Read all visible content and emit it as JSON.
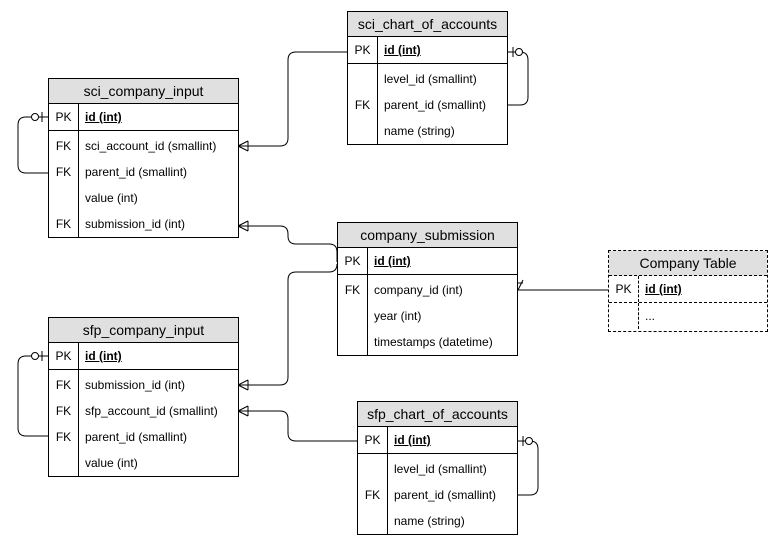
{
  "tables": {
    "sci_chart_of_accounts": {
      "title": "sci_chart_of_accounts",
      "pk": {
        "key": "PK",
        "field": "id (int)"
      },
      "rows": [
        {
          "key": "",
          "field": "level_id (smallint)"
        },
        {
          "key": "FK",
          "field": "parent_id (smallint)"
        },
        {
          "key": "",
          "field": "name (string)"
        }
      ]
    },
    "sci_company_input": {
      "title": "sci_company_input",
      "pk": {
        "key": "PK",
        "field": "id (int)"
      },
      "rows": [
        {
          "key": "FK",
          "field": "sci_account_id (smallint)"
        },
        {
          "key": "FK",
          "field": "parent_id (smallint)"
        },
        {
          "key": "",
          "field": "value (int)"
        },
        {
          "key": "FK",
          "field": "submission_id (int)"
        }
      ]
    },
    "company_submission": {
      "title": "company_submission",
      "pk": {
        "key": "PK",
        "field": "id (int)"
      },
      "rows": [
        {
          "key": "FK",
          "field": "company_id (int)"
        },
        {
          "key": "",
          "field": "year (int)"
        },
        {
          "key": "",
          "field": "timestamps (datetime)"
        }
      ]
    },
    "company_table": {
      "title": "Company Table",
      "pk": {
        "key": "PK",
        "field": "id (int)"
      },
      "rows": [
        {
          "key": "",
          "field": "..."
        }
      ]
    },
    "sfp_company_input": {
      "title": "sfp_company_input",
      "pk": {
        "key": "PK",
        "field": "id (int)"
      },
      "rows": [
        {
          "key": "FK",
          "field": "submission_id (int)"
        },
        {
          "key": "FK",
          "field": "sfp_account_id (smallint)"
        },
        {
          "key": "FK",
          "field": "parent_id (smallint)"
        },
        {
          "key": "",
          "field": "value (int)"
        }
      ]
    },
    "sfp_chart_of_accounts": {
      "title": "sfp_chart_of_accounts",
      "pk": {
        "key": "PK",
        "field": "id (int)"
      },
      "rows": [
        {
          "key": "",
          "field": "level_id (smallint)"
        },
        {
          "key": "FK",
          "field": "parent_id (smallint)"
        },
        {
          "key": "",
          "field": "name (string)"
        }
      ]
    }
  },
  "relationships": [
    {
      "from": "sci_company_input.sci_account_id",
      "to": "sci_chart_of_accounts.id",
      "type": "many-to-one"
    },
    {
      "from": "sci_chart_of_accounts.parent_id",
      "to": "sci_chart_of_accounts.id",
      "type": "self-reference"
    },
    {
      "from": "sci_company_input.parent_id",
      "to": "sci_company_input.id",
      "type": "self-reference"
    },
    {
      "from": "sci_company_input.submission_id",
      "to": "company_submission.id",
      "type": "many-to-one"
    },
    {
      "from": "sfp_company_input.submission_id",
      "to": "company_submission.id",
      "type": "many-to-one"
    },
    {
      "from": "company_submission.company_id",
      "to": "company_table.id",
      "type": "many-to-one"
    },
    {
      "from": "sfp_company_input.sfp_account_id",
      "to": "sfp_chart_of_accounts.id",
      "type": "many-to-one"
    },
    {
      "from": "sfp_company_input.parent_id",
      "to": "sfp_company_input.id",
      "type": "self-reference"
    },
    {
      "from": "sfp_chart_of_accounts.parent_id",
      "to": "sfp_chart_of_accounts.id",
      "type": "self-reference"
    }
  ]
}
